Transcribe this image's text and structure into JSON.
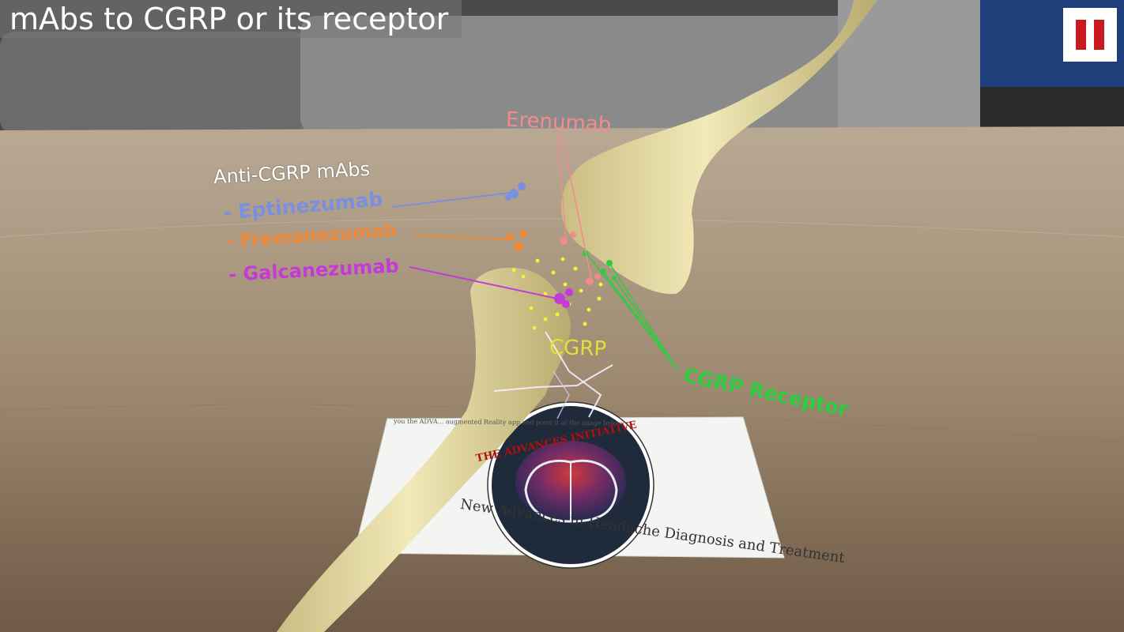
{
  "app": {
    "title": "mAbs to CGRP or its receptor",
    "pause_icon": "pause-icon"
  },
  "labels": {
    "anti_cgrp_header": "Anti-CGRP mAbs",
    "eptinezumab": "- Eptinezumab",
    "fremanezumab": "- Fremanezumab",
    "galcanezumab": "- Galcanezumab",
    "erenumab": "Erenumab",
    "cgrp": "CGRP",
    "cgrp_receptor": "CGRP Receptor"
  },
  "card": {
    "top_line": "you the ADVA... augmented Reality app and point it at the image below",
    "arc_top": "THE ADVANCES INITIATIVE",
    "arc_bottom": "New Advances in Headache Diagnosis and Treatment"
  },
  "colors": {
    "eptinezumab": "#7b8fe0",
    "fremanezumab": "#ef8a3a",
    "galcanezumab": "#c53ad6",
    "erenumab": "#f28c8c",
    "cgrp": "#e3e03a",
    "cgrp_receptor": "#2ecc40",
    "pause": "#c8191f",
    "neuron": "#e9dfa4"
  }
}
